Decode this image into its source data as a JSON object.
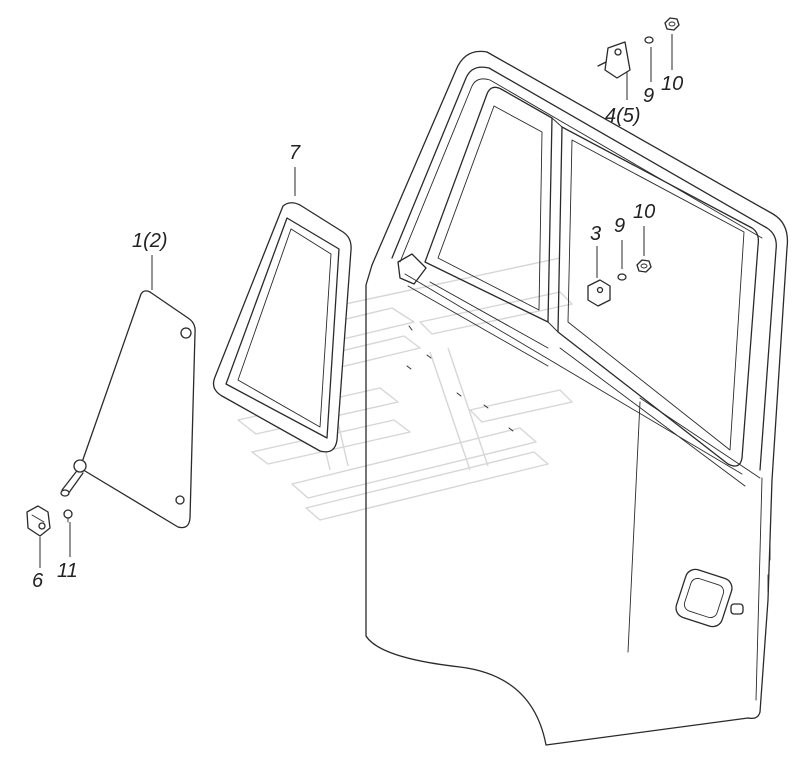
{
  "callouts": [
    "1(2)",
    "7",
    "3",
    "9",
    "10",
    "4(5)",
    "9",
    "10",
    "6",
    "11"
  ],
  "colors": {
    "line": "#2a2a2a",
    "watermark": "#d6d6d6",
    "background": "#ffffff"
  }
}
